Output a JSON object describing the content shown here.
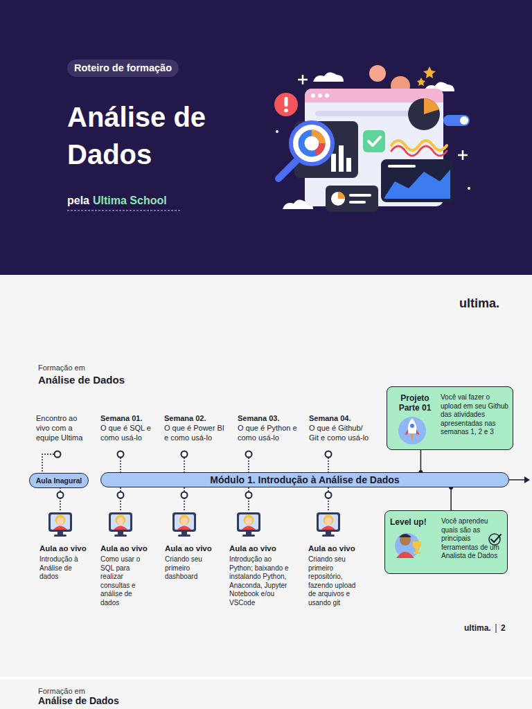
{
  "diagram": {
    "title": "Análise de Dados",
    "nodes": [
      {
        "text": [
          "Roteiro de formação"
        ]
      },
      {
        "text": [
          "Aula Inagural"
        ]
      },
      {
        "text": [
          "Módulo 1. Introdução à Análise de Dados"
        ]
      },
      {
        "text": [
          "Projeto Parte 01",
          "Você vai fazer o upload em seu Github das atividades apresentadas nas semanas 1, 2 e 3"
        ]
      },
      {
        "text": [
          "Level up!",
          "Você aprendeu quais são as principais ferramentas de um Analista de Dados"
        ]
      }
    ],
    "edges": [
      {
        "from": 2,
        "to": 3,
        "arrow": "none"
      },
      {
        "from": 2,
        "to": 4,
        "arrow": "none"
      }
    ],
    "labels": [
      "pela",
      "Ultima School",
      "ultima.",
      "Formação em",
      "Análise de Dados",
      "Encontro ao vivo com a equipe Ultima",
      "Semana 01.",
      "O que é SQL e como usá-lo",
      "Semana 02.",
      "O que é Power BI e como usá-lo",
      "Semana 03.",
      "O que é Python e como usá-lo",
      "Semana 04.",
      "O que é Github/ Git e como usá-lo",
      "Aula ao vivo",
      "Introdução à Análise de dados",
      "Aula ao vivo",
      "Como usar o SQL para realizar consultas e análise de dados",
      "Aula ao vivo",
      "Criando seu primeiro dashboard",
      "Aula ao vivo",
      "Introdução ao Python; baixando e instalando Python, Anaconda, Jupyter Notebook e/ou VSCode",
      "Aula ao vivo",
      "Criando seu primeiro repositório, fazendo upload de arquivos e usando git",
      "ultima.",
      "2",
      "Formação em",
      "Análise de Dados"
    ]
  }
}
